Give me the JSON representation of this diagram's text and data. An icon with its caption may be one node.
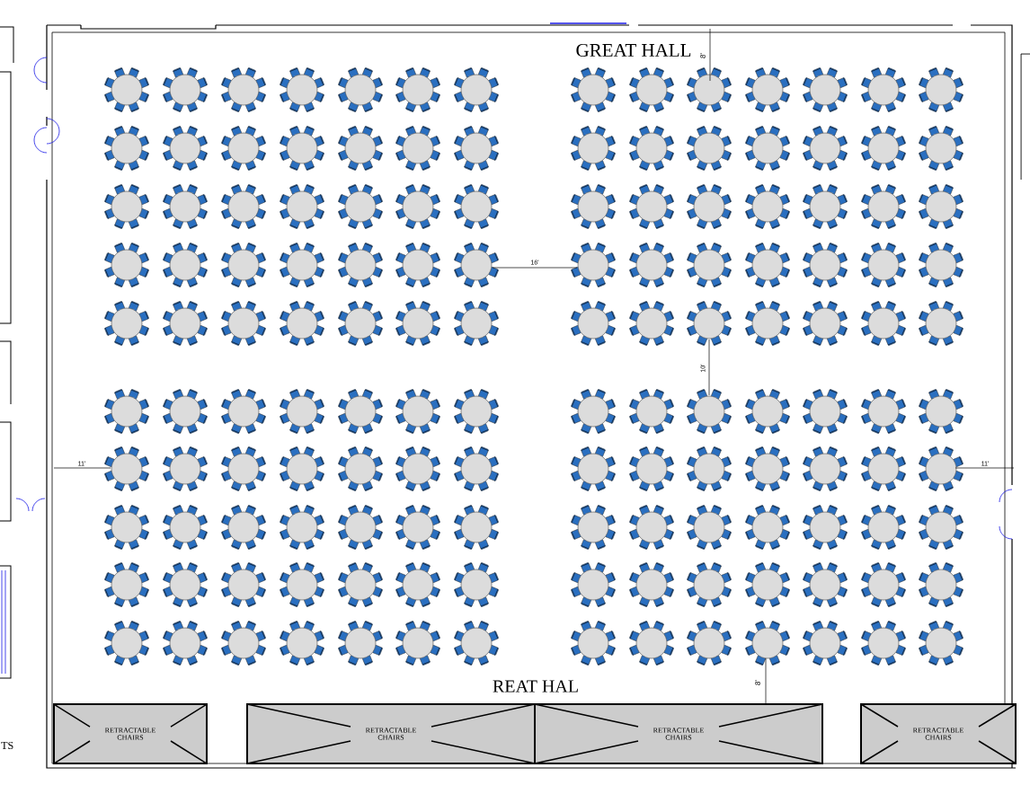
{
  "diagram": {
    "title": "GREAT HALL",
    "nodes": [
      {
        "text": [
          "RETRACTABLE CHAIRS"
        ]
      },
      {
        "text": [
          "RETRACTABLE CHAIRS"
        ]
      },
      {
        "text": [
          "RETRACTABLE CHAIRS"
        ]
      },
      {
        "text": [
          "RETRACTABLE CHAIRS"
        ]
      }
    ],
    "labels": [
      "8'",
      "16'",
      "10'",
      "11'",
      "11'",
      "REAT HAL",
      "8'",
      "TS"
    ]
  }
}
